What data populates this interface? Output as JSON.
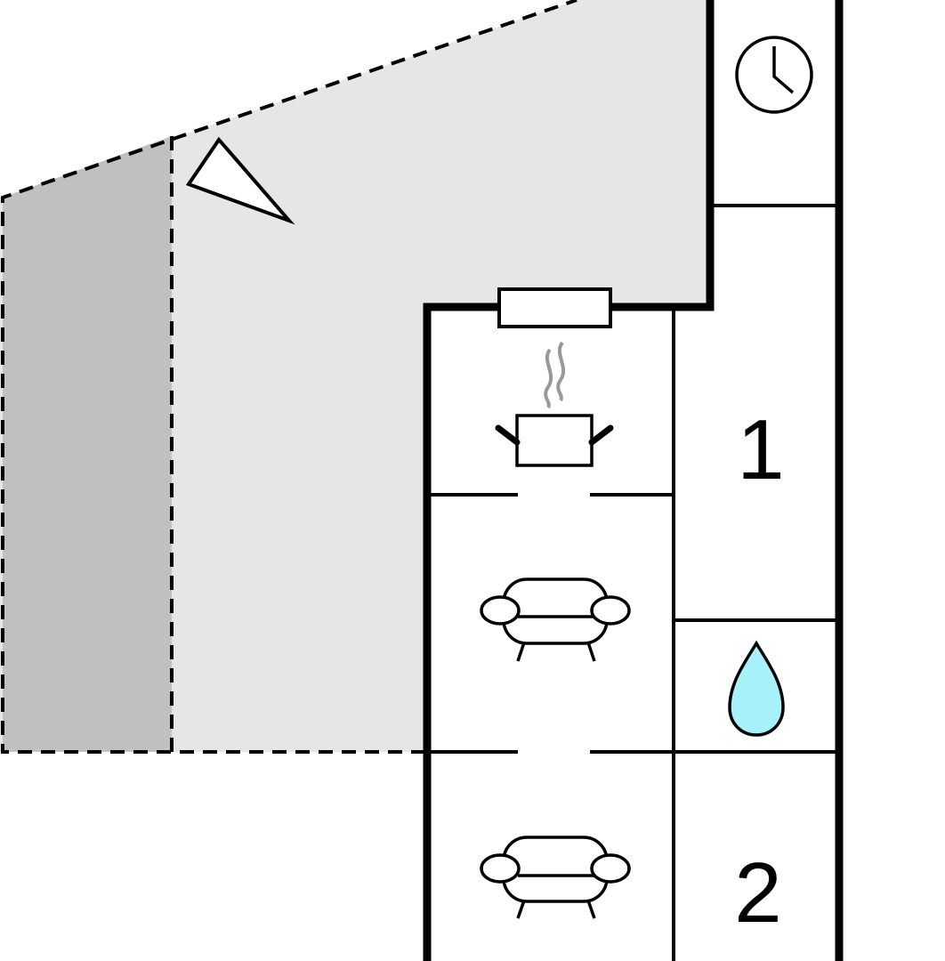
{
  "floorplan": {
    "rooms": {
      "bedroom_1": {
        "label": "1",
        "icon": "bed-room-number"
      },
      "bedroom_2": {
        "label": "2",
        "icon": "bed-room-number"
      },
      "kitchen": {
        "icon": "cooking-pot-icon"
      },
      "living_room": {
        "icon": "sofa-icon"
      },
      "living_room_2": {
        "icon": "sofa-icon"
      },
      "bathroom": {
        "icon": "water-drop-icon"
      },
      "utility": {
        "icon": "clock-icon"
      }
    },
    "outdoor": {
      "terrace": {
        "style": "dashed-outline",
        "fill": "#e6e6e6"
      },
      "covered_area": {
        "style": "dashed-outline",
        "fill": "#c0c0c0"
      },
      "viewpoint": {
        "icon": "view-direction-icon"
      }
    },
    "colors": {
      "wall": "#000000",
      "terrace": "#e6e6e6",
      "covered": "#c0c0c0",
      "water": "#a6f2fa",
      "steam": "#999999"
    }
  }
}
